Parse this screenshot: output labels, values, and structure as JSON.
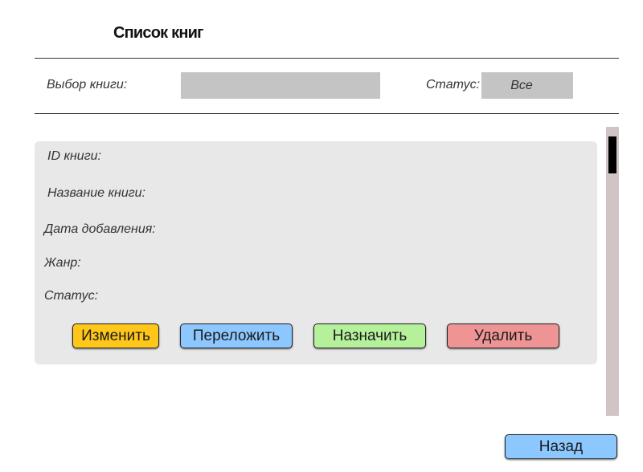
{
  "header": {
    "title": "Список книг"
  },
  "filters": {
    "book_label": "Выбор книги:",
    "book_value": "",
    "status_label": "Статус:",
    "status_value": "Все"
  },
  "details": {
    "id_label": "ID книги:",
    "name_label": "Название книги:",
    "date_label": "Дата добавления:",
    "genre_label": "Жанр:",
    "status_label": "Статус:"
  },
  "actions": {
    "edit_label": "Изменить",
    "move_label": "Переложить",
    "assign_label": "Назначить",
    "delete_label": "Удалить"
  },
  "footer": {
    "back_label": "Назад"
  },
  "colors": {
    "edit": "#ffc71a",
    "move": "#8cc8ff",
    "assign": "#b5f09a",
    "delete": "#ef9494",
    "back": "#8cc8ff",
    "input_bg": "#c4c4c4",
    "card_bg": "#e8e8e8"
  }
}
